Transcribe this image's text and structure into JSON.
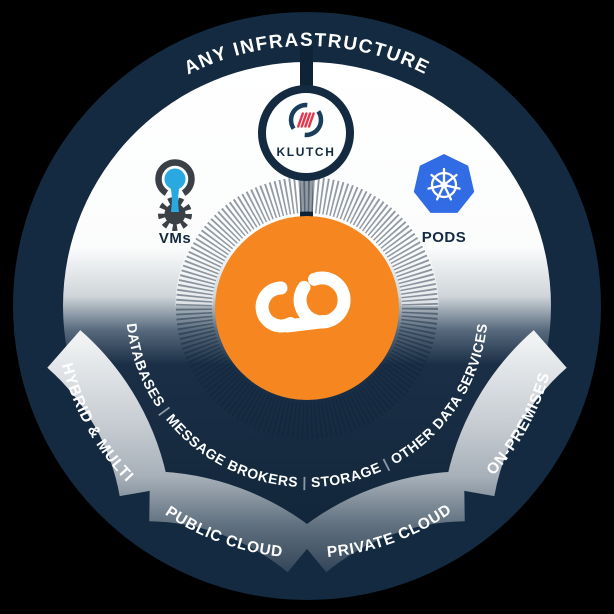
{
  "colors": {
    "background": "#000000",
    "navy": "#132A40",
    "orange": "#F6861F",
    "kubernetes_blue": "#326CE5",
    "vm_blue": "#2AA9E0",
    "logo_red": "#E8354B"
  },
  "top_arc": {
    "label": "ANY INFRASTRUCTURE"
  },
  "hub": {
    "brand": "KLUTCH"
  },
  "left_node": {
    "label": "VMs"
  },
  "right_node": {
    "label": "PODS"
  },
  "services_ring": {
    "items": [
      "DATABASES",
      "MESSAGE BROKERS",
      "STORAGE",
      "OTHER DATA SERVICES"
    ],
    "separator": " | "
  },
  "outer_segments": [
    "HYBRID & MULTI",
    "PUBLIC CLOUD",
    "PRIVATE CLOUD",
    "ON-PREMISES"
  ]
}
